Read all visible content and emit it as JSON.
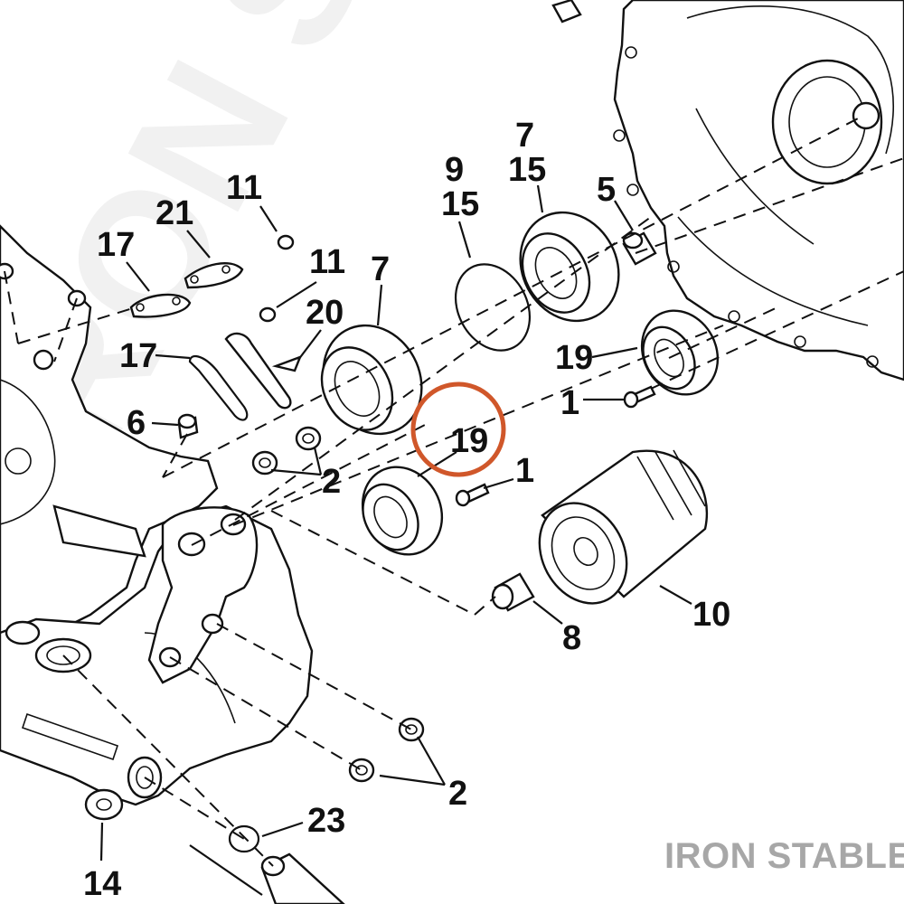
{
  "watermark": {
    "text": "IRON STABLE"
  },
  "brand": {
    "text": "IRON STABLE"
  },
  "highlight": {
    "color": "#d0572a",
    "label": "19"
  },
  "labels": {
    "l1a": "1",
    "l1b": "1",
    "l2a": "2",
    "l2b": "2",
    "l5": "5",
    "l6": "6",
    "l7a": "7",
    "l7b": "7",
    "l8": "8",
    "l9": "9",
    "l10": "10",
    "l11a": "11",
    "l11b": "11",
    "l14": "14",
    "l15a": "15",
    "l15b": "15",
    "l17a": "17",
    "l17b": "17",
    "l19a": "19",
    "l20": "20",
    "l21": "21",
    "l23": "23"
  }
}
